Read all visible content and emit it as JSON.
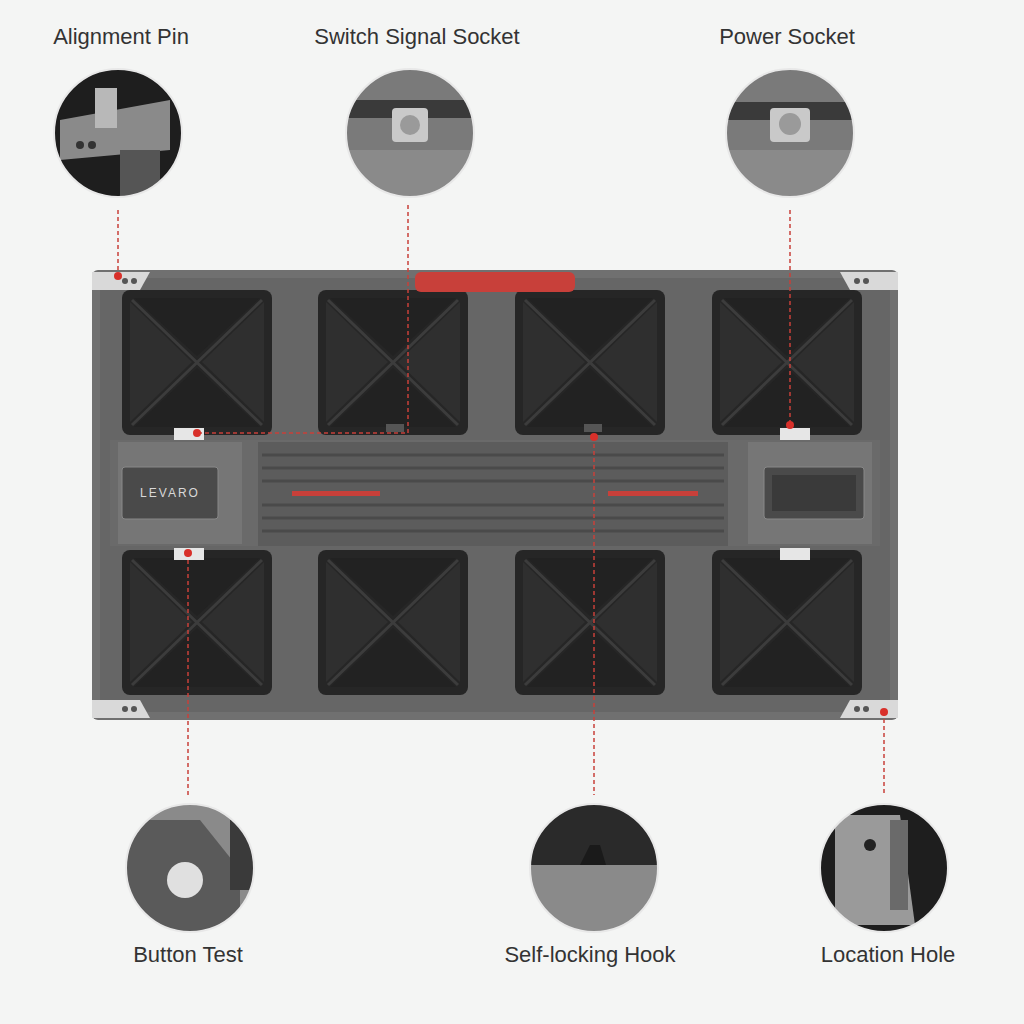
{
  "diagram": {
    "labels": [
      "Alignment Pin",
      "Switch Signal Socket",
      "Power Socket",
      "Button Test",
      "Self-locking Hook",
      "Location Hole",
      "LEVARO"
    ]
  }
}
